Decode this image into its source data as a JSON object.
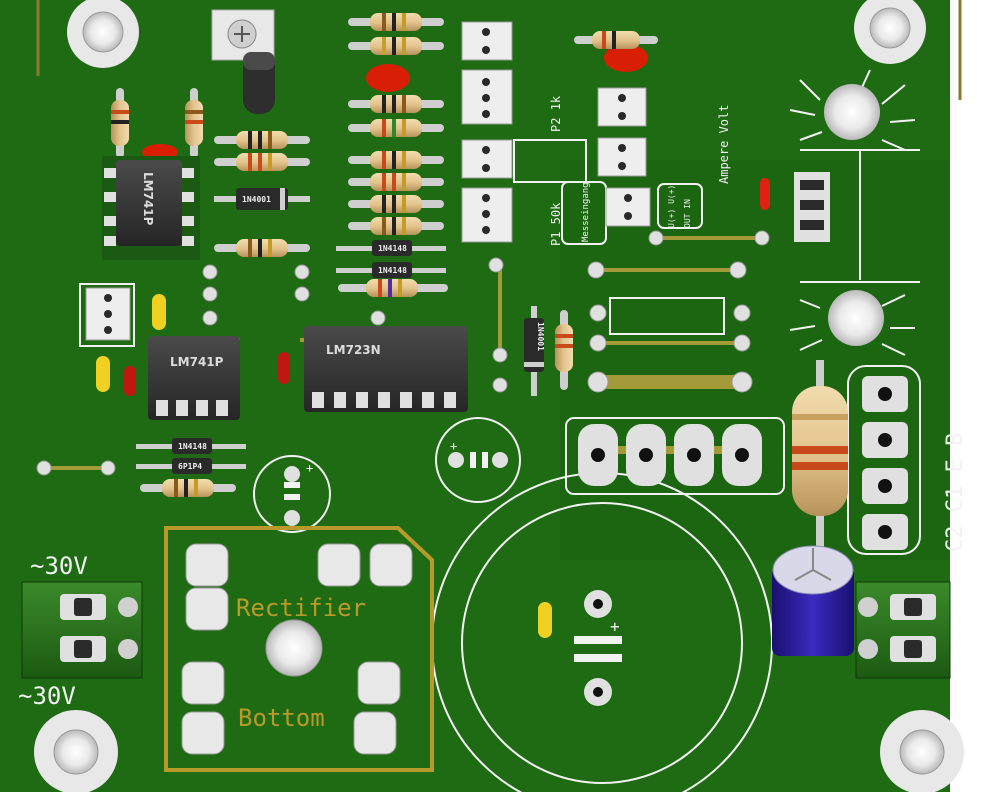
{
  "colors": {
    "board": "#1f6b14",
    "board_dark": "#17560f",
    "trace": "#a39a3a",
    "silk": "#f2f2f2",
    "pad": "#d8d8d8",
    "outline_gold": "#b89a2a",
    "ic_body": "#3a3a3a",
    "capacitor_blue": "#2a1a9a"
  },
  "labels": {
    "ic1": "LM741P",
    "ic2": "LM741P",
    "ic3": "LM723N",
    "diode_1n4001_a": "1N4001",
    "diode_1n4001_b": "1N4001",
    "diode_1n4148_a": "1N4148",
    "diode_1n4148_b": "1N4148",
    "diode_1n4148_c": "1N4148",
    "diode_1n4148_d": "6P1P4",
    "p2": "P2 1k",
    "p1": "P1 50k",
    "messeingang": "Messeingang",
    "uplus": "U(+) U(+)",
    "out_in": "OUT IN",
    "ampere_volt": "Ampere Volt",
    "transistor_pins": "C2 C1 E B",
    "ac_top": "~30V",
    "ac_bottom": "~30V",
    "rectifier": "Rectifier",
    "bottom": "Bottom",
    "plus": "+"
  }
}
